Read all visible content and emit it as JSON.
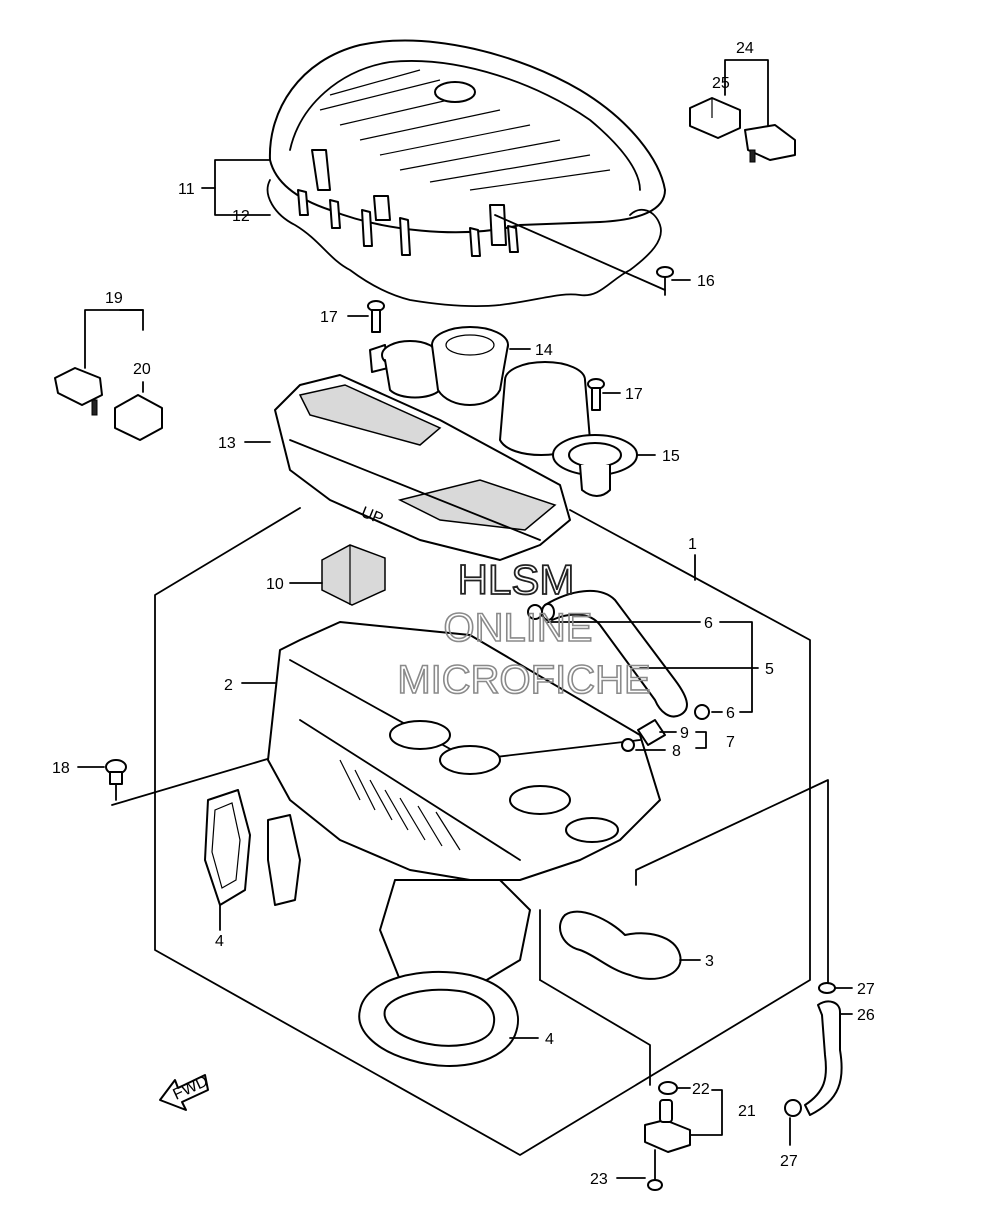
{
  "diagram": {
    "callouts": [
      {
        "id": "c1",
        "text": "1"
      },
      {
        "id": "c2",
        "text": "2"
      },
      {
        "id": "c3",
        "text": "3"
      },
      {
        "id": "c4a",
        "text": "4"
      },
      {
        "id": "c4b",
        "text": "4"
      },
      {
        "id": "c5",
        "text": "5"
      },
      {
        "id": "c6a",
        "text": "6"
      },
      {
        "id": "c6b",
        "text": "6"
      },
      {
        "id": "c7",
        "text": "7"
      },
      {
        "id": "c8",
        "text": "8"
      },
      {
        "id": "c9",
        "text": "9"
      },
      {
        "id": "c10",
        "text": "10"
      },
      {
        "id": "c11",
        "text": "11"
      },
      {
        "id": "c12",
        "text": "12"
      },
      {
        "id": "c13",
        "text": "13"
      },
      {
        "id": "c14",
        "text": "14"
      },
      {
        "id": "c15",
        "text": "15"
      },
      {
        "id": "c16",
        "text": "16"
      },
      {
        "id": "c17a",
        "text": "17"
      },
      {
        "id": "c17b",
        "text": "17"
      },
      {
        "id": "c18",
        "text": "18"
      },
      {
        "id": "c19",
        "text": "19"
      },
      {
        "id": "c20",
        "text": "20"
      },
      {
        "id": "c21",
        "text": "21"
      },
      {
        "id": "c22",
        "text": "22"
      },
      {
        "id": "c23",
        "text": "23"
      },
      {
        "id": "c24",
        "text": "24"
      },
      {
        "id": "c25",
        "text": "25"
      },
      {
        "id": "c26",
        "text": "26"
      },
      {
        "id": "c27a",
        "text": "27"
      },
      {
        "id": "c27b",
        "text": "27"
      }
    ],
    "watermark": {
      "line1": "HLSM",
      "line2": "ONLINE",
      "line3": "MICROFICHE"
    },
    "fwd_label": "FWD",
    "part_labels": {
      "filter_up": "UP"
    }
  }
}
